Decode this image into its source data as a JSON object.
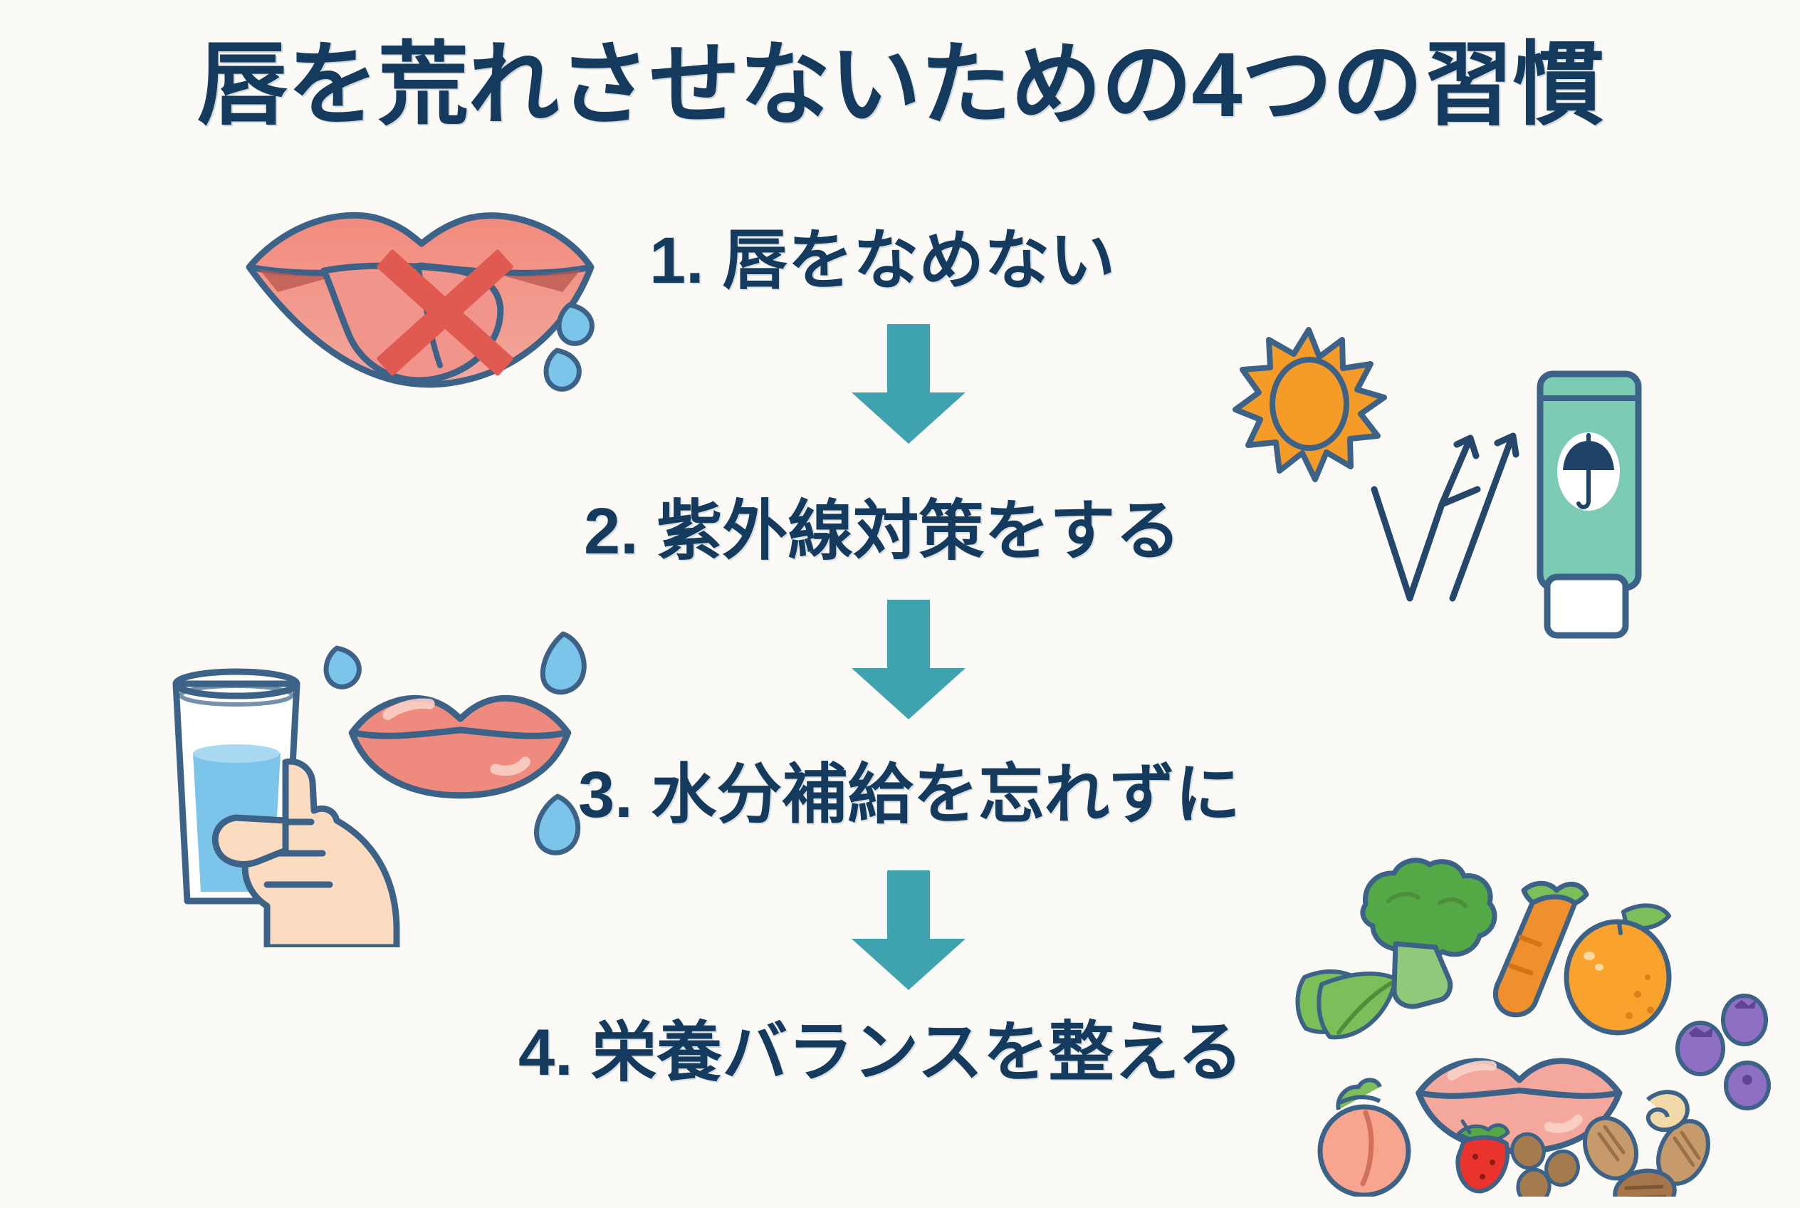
{
  "page": {
    "background_color": "#fbfaf7",
    "text_color": "#143b5e",
    "accent_color": "#3ea3ae",
    "lip_color": "#ef8a7e",
    "title": "唇を荒れさせないための4つの習慣"
  },
  "steps": [
    {
      "number": "1.",
      "label": "1. 唇をなめない",
      "illustration": "lips-tongue-licking-with-red-x-and-droplets"
    },
    {
      "number": "2.",
      "label": "2. 紫外線対策をする",
      "illustration": "sun-uv-rays-lips-and-sunscreen-tube"
    },
    {
      "number": "3.",
      "label": "3. 水分補給を忘れずに",
      "illustration": "hand-holding-water-glass-lips-and-water-drops"
    },
    {
      "number": "4.",
      "label": "4. 栄養バランスを整える",
      "illustration": "vegetables-fruits-nuts-around-lips"
    }
  ],
  "arrows": [
    {
      "name": "arrow-step1-to-step2",
      "direction": "down",
      "color": "#3ea3ae"
    },
    {
      "name": "arrow-step2-to-step3",
      "direction": "down",
      "color": "#3ea3ae"
    },
    {
      "name": "arrow-step3-to-step4",
      "direction": "down",
      "color": "#3ea3ae"
    }
  ],
  "illustration_colors": {
    "outline": "#3c6287",
    "lips_pink": "#ef8a7e",
    "lips_light_pink": "#f4a79c",
    "tongue_pink": "#f0948c",
    "water_blue": "#7cc5ea",
    "sun_orange": "#f59b28",
    "tube_teal": "#7ccbb4",
    "skin": "#fbdcc0",
    "red_x": "#e05a52",
    "broccoli_green": "#55a846",
    "leaf_green": "#7cbf5a",
    "carrot_orange": "#f0902c",
    "orange_fruit": "#f9a32e",
    "peach": "#f7a58f",
    "strawberry_red": "#e8342c",
    "blueberry_purple": "#8f6fc4",
    "nut_tan": "#c69a6a",
    "nut_cashew": "#f2d9a8"
  }
}
